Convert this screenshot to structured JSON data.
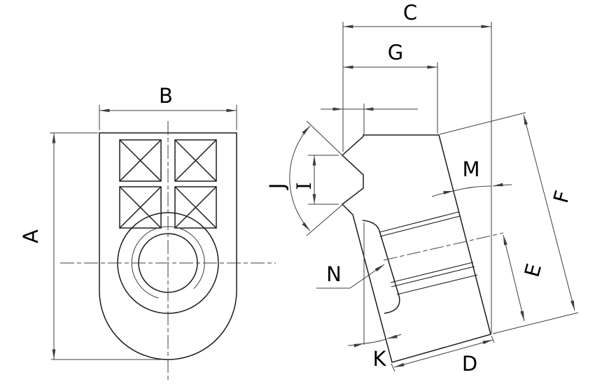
{
  "dimension_labels": {
    "a": "A",
    "b": "B",
    "c": "C",
    "d": "D",
    "e": "E",
    "f": "F",
    "g": "G",
    "i": "I",
    "j": "J",
    "k": "K",
    "m": "M",
    "n": "N"
  },
  "colors": {
    "background": "#ffffff",
    "line": "#1b1b1b",
    "dim_line": "#3d3d3d",
    "text": "#000000"
  }
}
